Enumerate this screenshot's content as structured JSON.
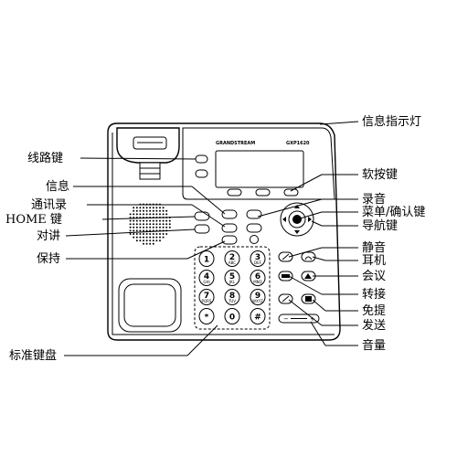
{
  "phone": {
    "brand": "GRANDSTREAM",
    "model": "GXP1620",
    "keypad": [
      {
        "num": "1",
        "sub": ""
      },
      {
        "num": "2",
        "sub": "ABC"
      },
      {
        "num": "3",
        "sub": "DEF"
      },
      {
        "num": "4",
        "sub": "GHI"
      },
      {
        "num": "5",
        "sub": "JKL"
      },
      {
        "num": "6",
        "sub": "MNO"
      },
      {
        "num": "7",
        "sub": "PQRS"
      },
      {
        "num": "8",
        "sub": "TUV"
      },
      {
        "num": "9",
        "sub": "WXYZ"
      },
      {
        "num": "*",
        "sub": ""
      },
      {
        "num": "0",
        "sub": ""
      },
      {
        "num": "#",
        "sub": ""
      }
    ]
  },
  "labels": {
    "msg_indicator": "信息指示灯",
    "line_keys": "线路键",
    "message": "信息",
    "call_log": "通讯录",
    "home_key": "HOME 键",
    "intercom": "对讲",
    "hold": "保持",
    "soft_keys": "软按键",
    "record": "录音",
    "menu_ok": "菜单/确认键",
    "nav_keys": "导航键",
    "mute": "静音",
    "headset": "耳机",
    "conference": "会议",
    "transfer": "转接",
    "handsfree": "免提",
    "send": "发送",
    "volume": "音量",
    "standard_keypad": "标准键盘"
  }
}
